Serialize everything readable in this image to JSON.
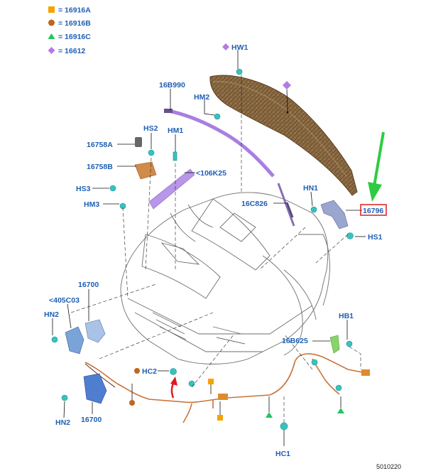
{
  "legend": [
    {
      "symbol": "square",
      "color": "#f5a300",
      "text": "= 16916A"
    },
    {
      "symbol": "circle",
      "color": "#c0661f",
      "text": "= 16916B"
    },
    {
      "symbol": "triangle",
      "color": "#22c55e",
      "text": "= 16916C"
    },
    {
      "symbol": "diamond",
      "color": "#b37be6",
      "text": "= 16612"
    }
  ],
  "labels": {
    "hw1": "HW1",
    "p16b990": "16B990",
    "hm2": "HM2",
    "hs2": "HS2",
    "hm1": "HM1",
    "p16758a": "16758A",
    "p16758b": "16758B",
    "p106k25": "<106K25",
    "hs3": "HS3",
    "hm3": "HM3",
    "p16c826": "16C826",
    "hn1": "HN1",
    "p16796": "16796",
    "hs1": "HS1",
    "p16700a": "16700",
    "p405c03": "<405C03",
    "hn2a": "HN2",
    "hb1": "HB1",
    "p16b625": "16B625",
    "hc2": "HC2",
    "hn2b": "HN2",
    "p16700b": "16700",
    "hc1": "HC1"
  },
  "doc_number": "5010220",
  "colors": {
    "label_blue": "#1f5fb3",
    "highlight_box": "#e01b1b",
    "arrow_green": "#2ecc40",
    "arrow_red": "#e01b1b",
    "hood": "#7b5a36",
    "strip": "#a87fe0",
    "clip": "#36c3c1"
  }
}
